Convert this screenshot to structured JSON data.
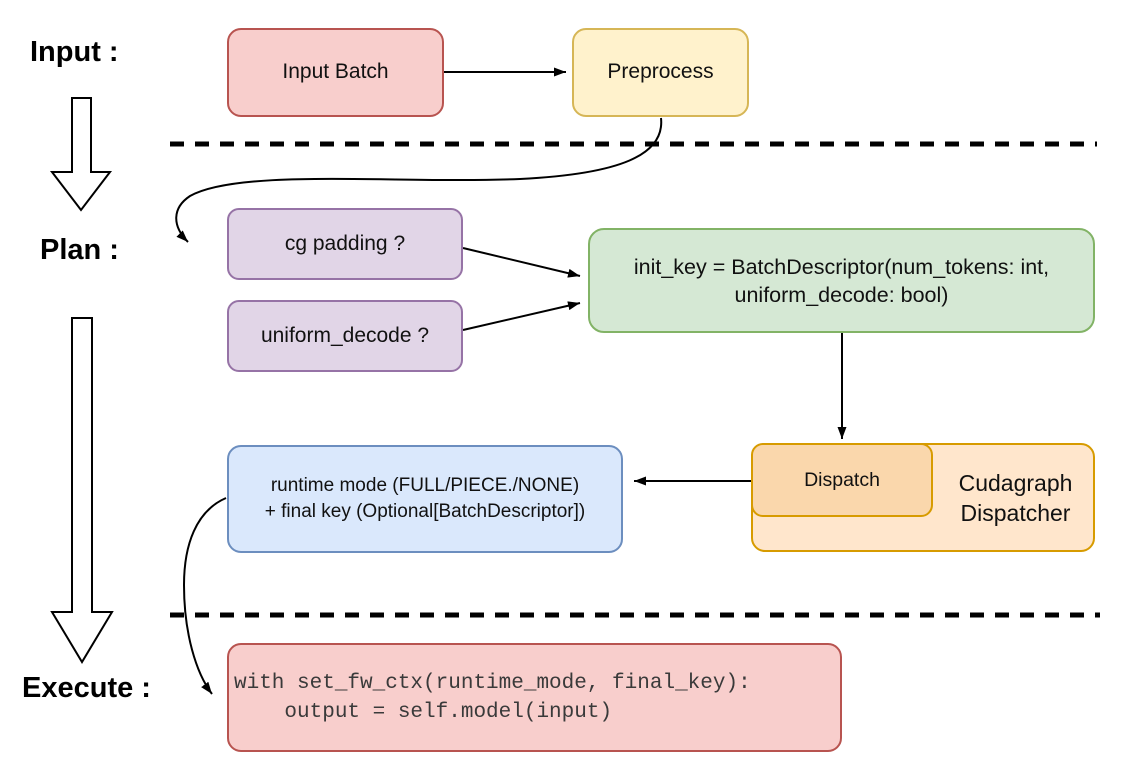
{
  "stage_labels": {
    "input": "Input :",
    "plan": "Plan :",
    "execute": "Execute :"
  },
  "nodes": {
    "input_batch": {
      "label": "Input Batch",
      "fill": "#f8cecc",
      "stroke": "#b85450"
    },
    "preprocess": {
      "label": "Preprocess",
      "fill": "#fff2cc",
      "stroke": "#d6b656"
    },
    "cg_padding": {
      "label": "cg padding ?",
      "fill": "#e1d5e7",
      "stroke": "#9673a6"
    },
    "uniform_decode": {
      "label": "uniform_decode ?",
      "fill": "#e1d5e7",
      "stroke": "#9673a6"
    },
    "init_key": {
      "line1": "init_key = BatchDescriptor(num_tokens: int,",
      "line2": "uniform_decode: bool)",
      "fill": "#d5e8d4",
      "stroke": "#82b366"
    },
    "cudagraph_dispatcher": {
      "line1": "Cudagraph",
      "line2": "Dispatcher",
      "fill": "#ffe6cc",
      "stroke": "#d79b00"
    },
    "dispatch": {
      "label": "Dispatch",
      "fill": "#fad7ac",
      "stroke": "#d79b00"
    },
    "runtime_result": {
      "line1": "runtime mode (FULL/PIECE./NONE)",
      "line2": "+ final key (Optional[BatchDescriptor])",
      "fill": "#dae8fc",
      "stroke": "#6c8ebf"
    },
    "execute_code": {
      "line1": "with set_fw_ctx(runtime_mode, final_key):",
      "line2": "    output = self.model(input)",
      "fill": "#f8cecc",
      "stroke": "#b85450"
    }
  },
  "connector_color": "#000000"
}
